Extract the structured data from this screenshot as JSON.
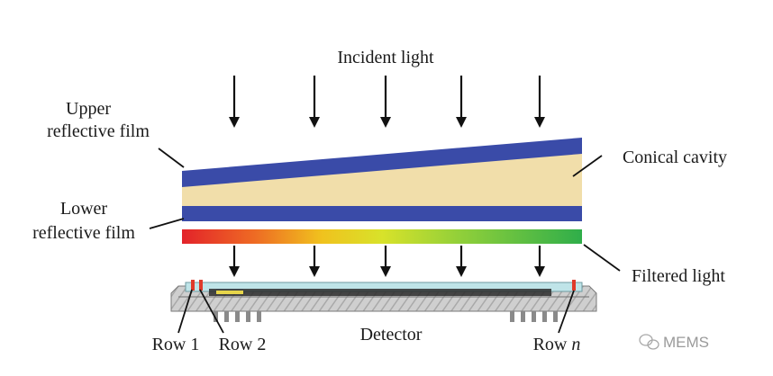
{
  "labels": {
    "incident_light": "Incident light",
    "upper_film_line1": "Upper",
    "upper_film_line2": "reflective film",
    "lower_film_line1": "Lower",
    "lower_film_line2": "reflective film",
    "conical_cavity": "Conical cavity",
    "filtered_light": "Filtered light",
    "detector": "Detector",
    "row1": "Row 1",
    "row2": "Row 2",
    "rown_prefix": "Row ",
    "rown_suffix": "n"
  },
  "watermark": {
    "text": "MEMS"
  },
  "colors": {
    "film": "#3a4ba8",
    "cavity": "#f1deaa",
    "arrow": "#111111",
    "detector_body": "#c8c8c8",
    "detector_window": "#bfe4e8",
    "pixel_marker": "#e03a2a"
  },
  "icons": {
    "incident_arrows": "down-arrow-icon",
    "watermark": "wechat-icon"
  }
}
